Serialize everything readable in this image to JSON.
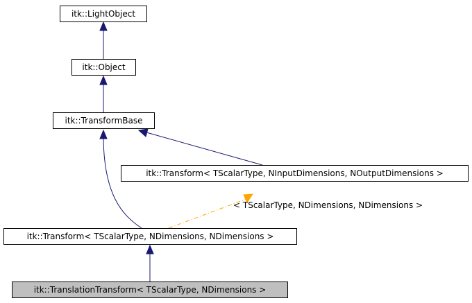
{
  "nodes": {
    "light_object": "itk::LightObject",
    "object": "itk::Object",
    "transform_base": "itk::TransformBase",
    "transform_io": "itk::Transform< TScalarType, NInputDimensions, NOutputDimensions >",
    "transform_nd": "itk::Transform< TScalarType, NDimensions, NDimensions >",
    "translation_transform": "itk::TranslationTransform< TScalarType, NDimensions >"
  },
  "edges": {
    "template_label": "< TScalarType, NDimensions, NDimensions >"
  },
  "colors": {
    "inheritance": "#191970",
    "template_instantiation": "#ffa500",
    "current_node_fill": "#bfbfbf",
    "node_border": "#000000"
  }
}
